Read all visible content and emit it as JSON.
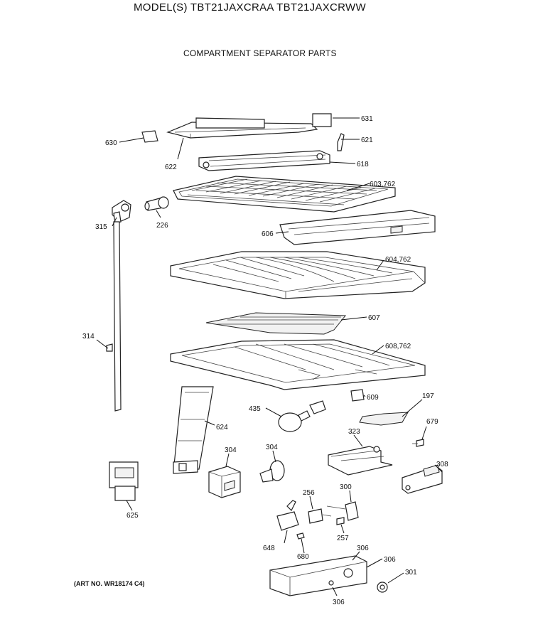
{
  "header": {
    "title": "MODEL(S) TBT21JAXCRAA  TBT21JAXCRWW",
    "subtitle": "COMPARTMENT SEPARATOR PARTS",
    "art_number": "(ART NO. WR18174 C4)"
  },
  "callouts": {
    "c631": "631",
    "c630": "630",
    "c621": "621",
    "c622": "622",
    "c618": "618",
    "c603": "603,762",
    "c315": "315",
    "c226": "226",
    "c606": "606",
    "c604": "604,762",
    "c607": "607",
    "c314": "314",
    "c608": "608,762",
    "c609": "609",
    "c197": "197",
    "c435": "435",
    "c624": "624",
    "c679": "679",
    "c323": "323",
    "c304a": "304",
    "c304b": "304",
    "c308": "308",
    "c625": "625",
    "c256": "256",
    "c300": "300",
    "c648": "648",
    "c257": "257",
    "c680": "680",
    "c306a": "306",
    "c306b": "306",
    "c306c": "306",
    "c301": "301"
  }
}
